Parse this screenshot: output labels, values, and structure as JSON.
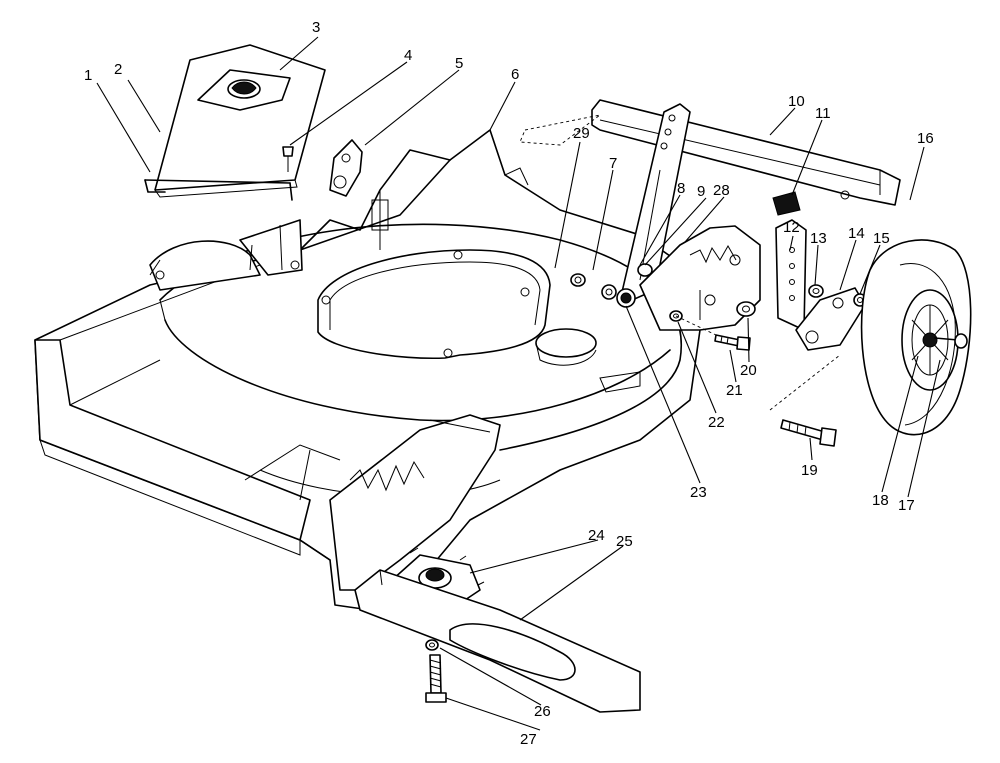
{
  "labels": [
    "1",
    "2",
    "3",
    "4",
    "5",
    "6",
    "7",
    "8",
    "9",
    "10",
    "11",
    "12",
    "13",
    "14",
    "15",
    "16",
    "17",
    "18",
    "19",
    "20",
    "21",
    "22",
    "23",
    "24",
    "25",
    "26",
    "27",
    "28",
    "29"
  ]
}
